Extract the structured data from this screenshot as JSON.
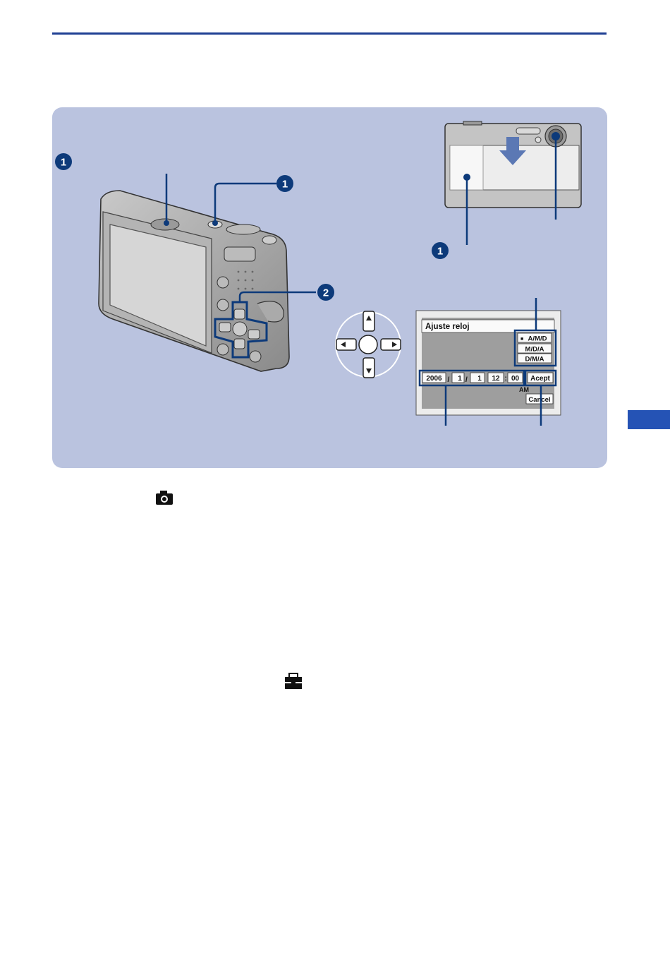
{
  "colors": {
    "accent_navy": "#0d3a7a",
    "panel_blue": "#bac3df",
    "rule_blue": "#1f3f93",
    "tab_blue": "#2553b5"
  },
  "step_badges": [
    "1",
    "1",
    "1",
    "1",
    "2"
  ],
  "clock_screen": {
    "title": "Ajuste reloj",
    "date_formats": [
      "A/M/D",
      "M/D/A",
      "D/M/A"
    ],
    "selected_format_marker": "■",
    "year": "2006",
    "month": "1",
    "day": "1",
    "hour": "12",
    "minute": "00",
    "date_separator": "/",
    "time_separator": ":",
    "ampm": "AM",
    "ok_label": "Acept",
    "cancel_label": "Cancel"
  },
  "icons": {
    "shooting_mode": "camera-icon",
    "setup_menu": "toolbox-icon"
  }
}
